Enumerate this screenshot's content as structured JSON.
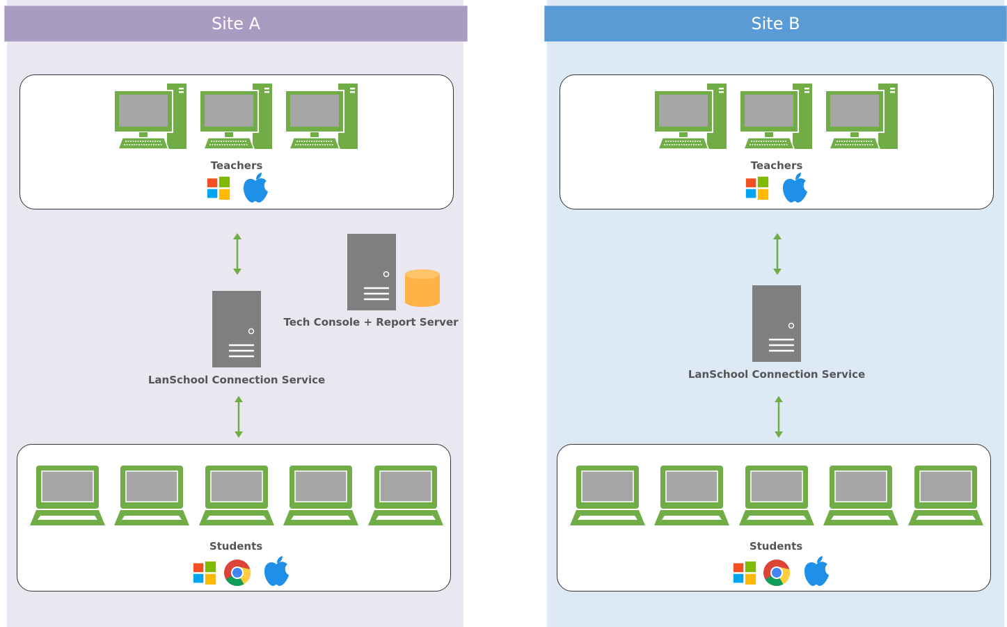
{
  "sites": [
    {
      "title": "Site A",
      "teachers_label": "Teachers",
      "connection_service_label": "LanSchool Connection Service",
      "tech_console_label": "Tech Console + Report Server",
      "students_label": "Students"
    },
    {
      "title": "Site B",
      "teachers_label": "Teachers",
      "connection_service_label": "LanSchool Connection Service",
      "students_label": "Students"
    }
  ],
  "colors": {
    "site_a_header": "#a89bc2",
    "site_a_bg": "#ebe7f0",
    "site_b_header": "#5b9bd5",
    "site_b_bg": "#dde9f5",
    "device_green": "#70ad47",
    "server_gray": "#7f7f7f",
    "database_orange": "#ffb347",
    "arrow_green": "#70ad47"
  },
  "icons": {
    "teacher_os": [
      "windows-icon",
      "apple-icon"
    ],
    "student_os": [
      "windows-icon",
      "chrome-icon",
      "apple-icon"
    ]
  }
}
